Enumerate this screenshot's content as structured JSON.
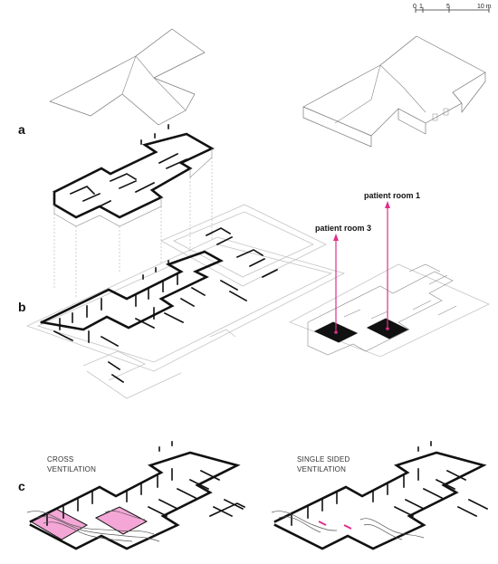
{
  "labels": {
    "panel_a": "a",
    "panel_b": "b",
    "panel_c": "c"
  },
  "callouts": {
    "room1": "patient room 1",
    "room3": "patient room 3"
  },
  "captions": {
    "cross_line1": "CROSS",
    "cross_line2": "VENTILATION",
    "single_line1": "SINGLE SIDED",
    "single_line2": "VENTILATION"
  },
  "scale_bar": {
    "t0": "0",
    "t1": "1",
    "t5": "5",
    "t10": "10 m"
  },
  "colors": {
    "accent": "#e0308c",
    "highlight": "#f4a6d6",
    "walls": "#111111"
  }
}
